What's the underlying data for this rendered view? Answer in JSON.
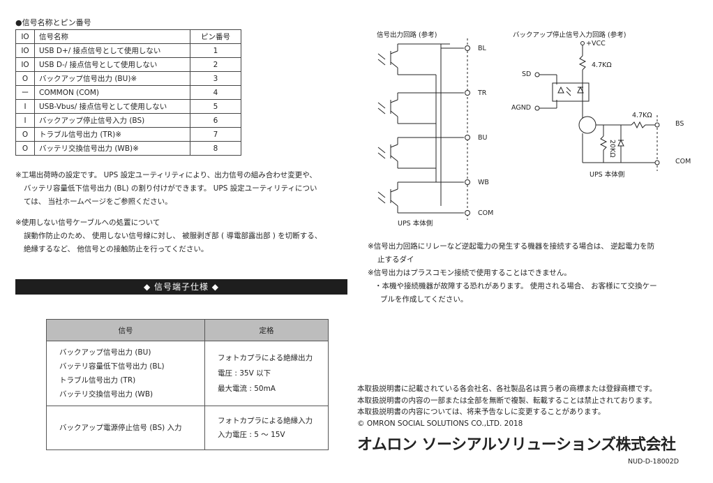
{
  "pin_section": {
    "title": "●信号名称とピン番号",
    "headers": [
      "IO",
      "信号名称",
      "ピン番号"
    ],
    "rows": [
      [
        "IO",
        "USB D+/ 接点信号として使用しない",
        "1"
      ],
      [
        "IO",
        "USB D-/ 接点信号として使用しない",
        "2"
      ],
      [
        "O",
        "バックアップ信号出力 (BU)※",
        "3"
      ],
      [
        "ー",
        "COMMON (COM)",
        "4"
      ],
      [
        "I",
        "USB-Vbus/ 接点信号として使用しない",
        "5"
      ],
      [
        "I",
        "バックアップ停止信号入力 (BS)",
        "6"
      ],
      [
        "O",
        "トラブル信号出力 (TR)※",
        "7"
      ],
      [
        "O",
        "バッテリ交換信号出力 (WB)※",
        "8"
      ]
    ]
  },
  "notes_left": {
    "note1": [
      "※工場出荷時の設定です。 UPS 設定ユーティリティにより、出力信号の組み合わせ変更や、",
      "バッテリ容量低下信号出力 (BL) の割り付けができます。 UPS 設定ユーティリティについ",
      "ては、 当社ホームページをご参照ください。"
    ],
    "note2": [
      "※使用しない信号ケーブルへの処置について",
      "誤動作防止のため、 使用しない信号線に対し、 被服剥ぎ部 ( 導電部露出部 ) を切断する、",
      "絶縁するなど、 他信号との接触防止を行ってください。"
    ]
  },
  "spec_section": {
    "bar_title": "◆ 信号端子仕様 ◆",
    "headers": [
      "信号",
      "定格"
    ],
    "row1_signals": [
      "バックアップ信号出力 (BU)",
      "バッテリ容量低下信号出力 (BL)",
      "トラブル信号出力 (TR)",
      "バッテリ交換信号出力 (WB)"
    ],
    "row1_ratings": [
      "フォトカプラによる絶縁出力",
      "電圧 : 35V 以下",
      "最大電流 : 50mA"
    ],
    "row2_signal": "バックアップ電源停止信号 (BS) 入力",
    "row2_ratings": [
      "フォトカプラによる絶縁入力",
      "入力電圧 : 5 〜 15V"
    ]
  },
  "output_circuit": {
    "title": "信号出力回路 (参考)",
    "terminals": [
      "BL",
      "TR",
      "BU",
      "WB",
      "COM"
    ],
    "footer": "UPS 本体側"
  },
  "input_circuit": {
    "title": "バックアップ停止信号入力回路 (参考)",
    "vcc": "+VCC",
    "r1": "4.7KΩ",
    "sd": "SD",
    "agnd": "AGND",
    "r2": "4.7KΩ",
    "r3": "20KΩ",
    "bs": "BS",
    "com": "COM",
    "footer": "UPS 本体側"
  },
  "notes_right": [
    "※信号出力回路にリレーなど逆起電力の発生する機器を接続する場合は、 逆起電力を防",
    "止するダイ",
    "※信号出力はプラスコモン接続で使用することはできません。",
    "・本機や接続機器が故障する恐れがあります。 使用される場合、 お客様にて交換ケー",
    "ブルを作成してください。"
  ],
  "legal": [
    "本取扱説明書に記載されている各会社名、各社製品名は買う者の商標または登録商標です。",
    "本取扱説明書の内容の一部または全部を無断で複製、転載することは禁止されております。",
    "本取扱説明書の内容については、将来予告なしに変更することがあります。",
    "© OMRON SOCIAL SOLUTIONS CO.,LTD. 2018"
  ],
  "brand": "オムロン ソーシアルソリューションズ株式会社",
  "doc_number": "NUD-D-18002D"
}
